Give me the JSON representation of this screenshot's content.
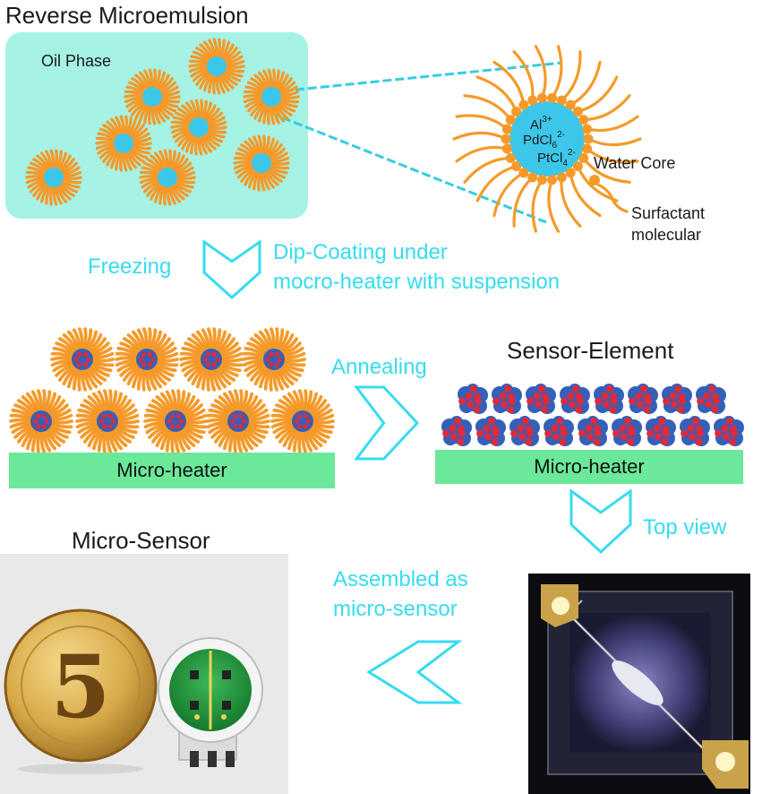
{
  "titles": {
    "reverse_microemulsion": "Reverse Microemulsion",
    "sensor_element": "Sensor-Element",
    "micro_sensor": "Micro-Sensor"
  },
  "labels": {
    "oil_phase": "Oil Phase",
    "water_core": "Water Core",
    "surfactant_line1": "Surfactant",
    "surfactant_line2": "molecular",
    "ion_al": {
      "base": "Al",
      "sup": "3+"
    },
    "ion_pd": {
      "base": "PdCl",
      "sub": "6",
      "sup": "2-"
    },
    "ion_pt": {
      "base": "PtCl",
      "sub": "4",
      "sup": "2-"
    },
    "micro_heater_left": "Micro-heater",
    "micro_heater_right": "Micro-heater"
  },
  "steps": {
    "freezing": "Freezing",
    "dip_coating_line1": "Dip-Coating under",
    "dip_coating_line2": "mocro-heater with suspension",
    "annealing": "Annealing",
    "top_view": "Top view",
    "assembled_line1": "Assembled as",
    "assembled_line2": "micro-sensor"
  },
  "colors": {
    "arrow": "#36dcf0",
    "oil_phase_bg": "#a6f2e4",
    "surfactant": "#f59a2a",
    "water_core": "#3cc7ea",
    "heater": "#6be89a",
    "particle_blue": "#3560b8",
    "particle_red": "#e02a3a"
  },
  "photo": {
    "coin_numeral": "5"
  }
}
